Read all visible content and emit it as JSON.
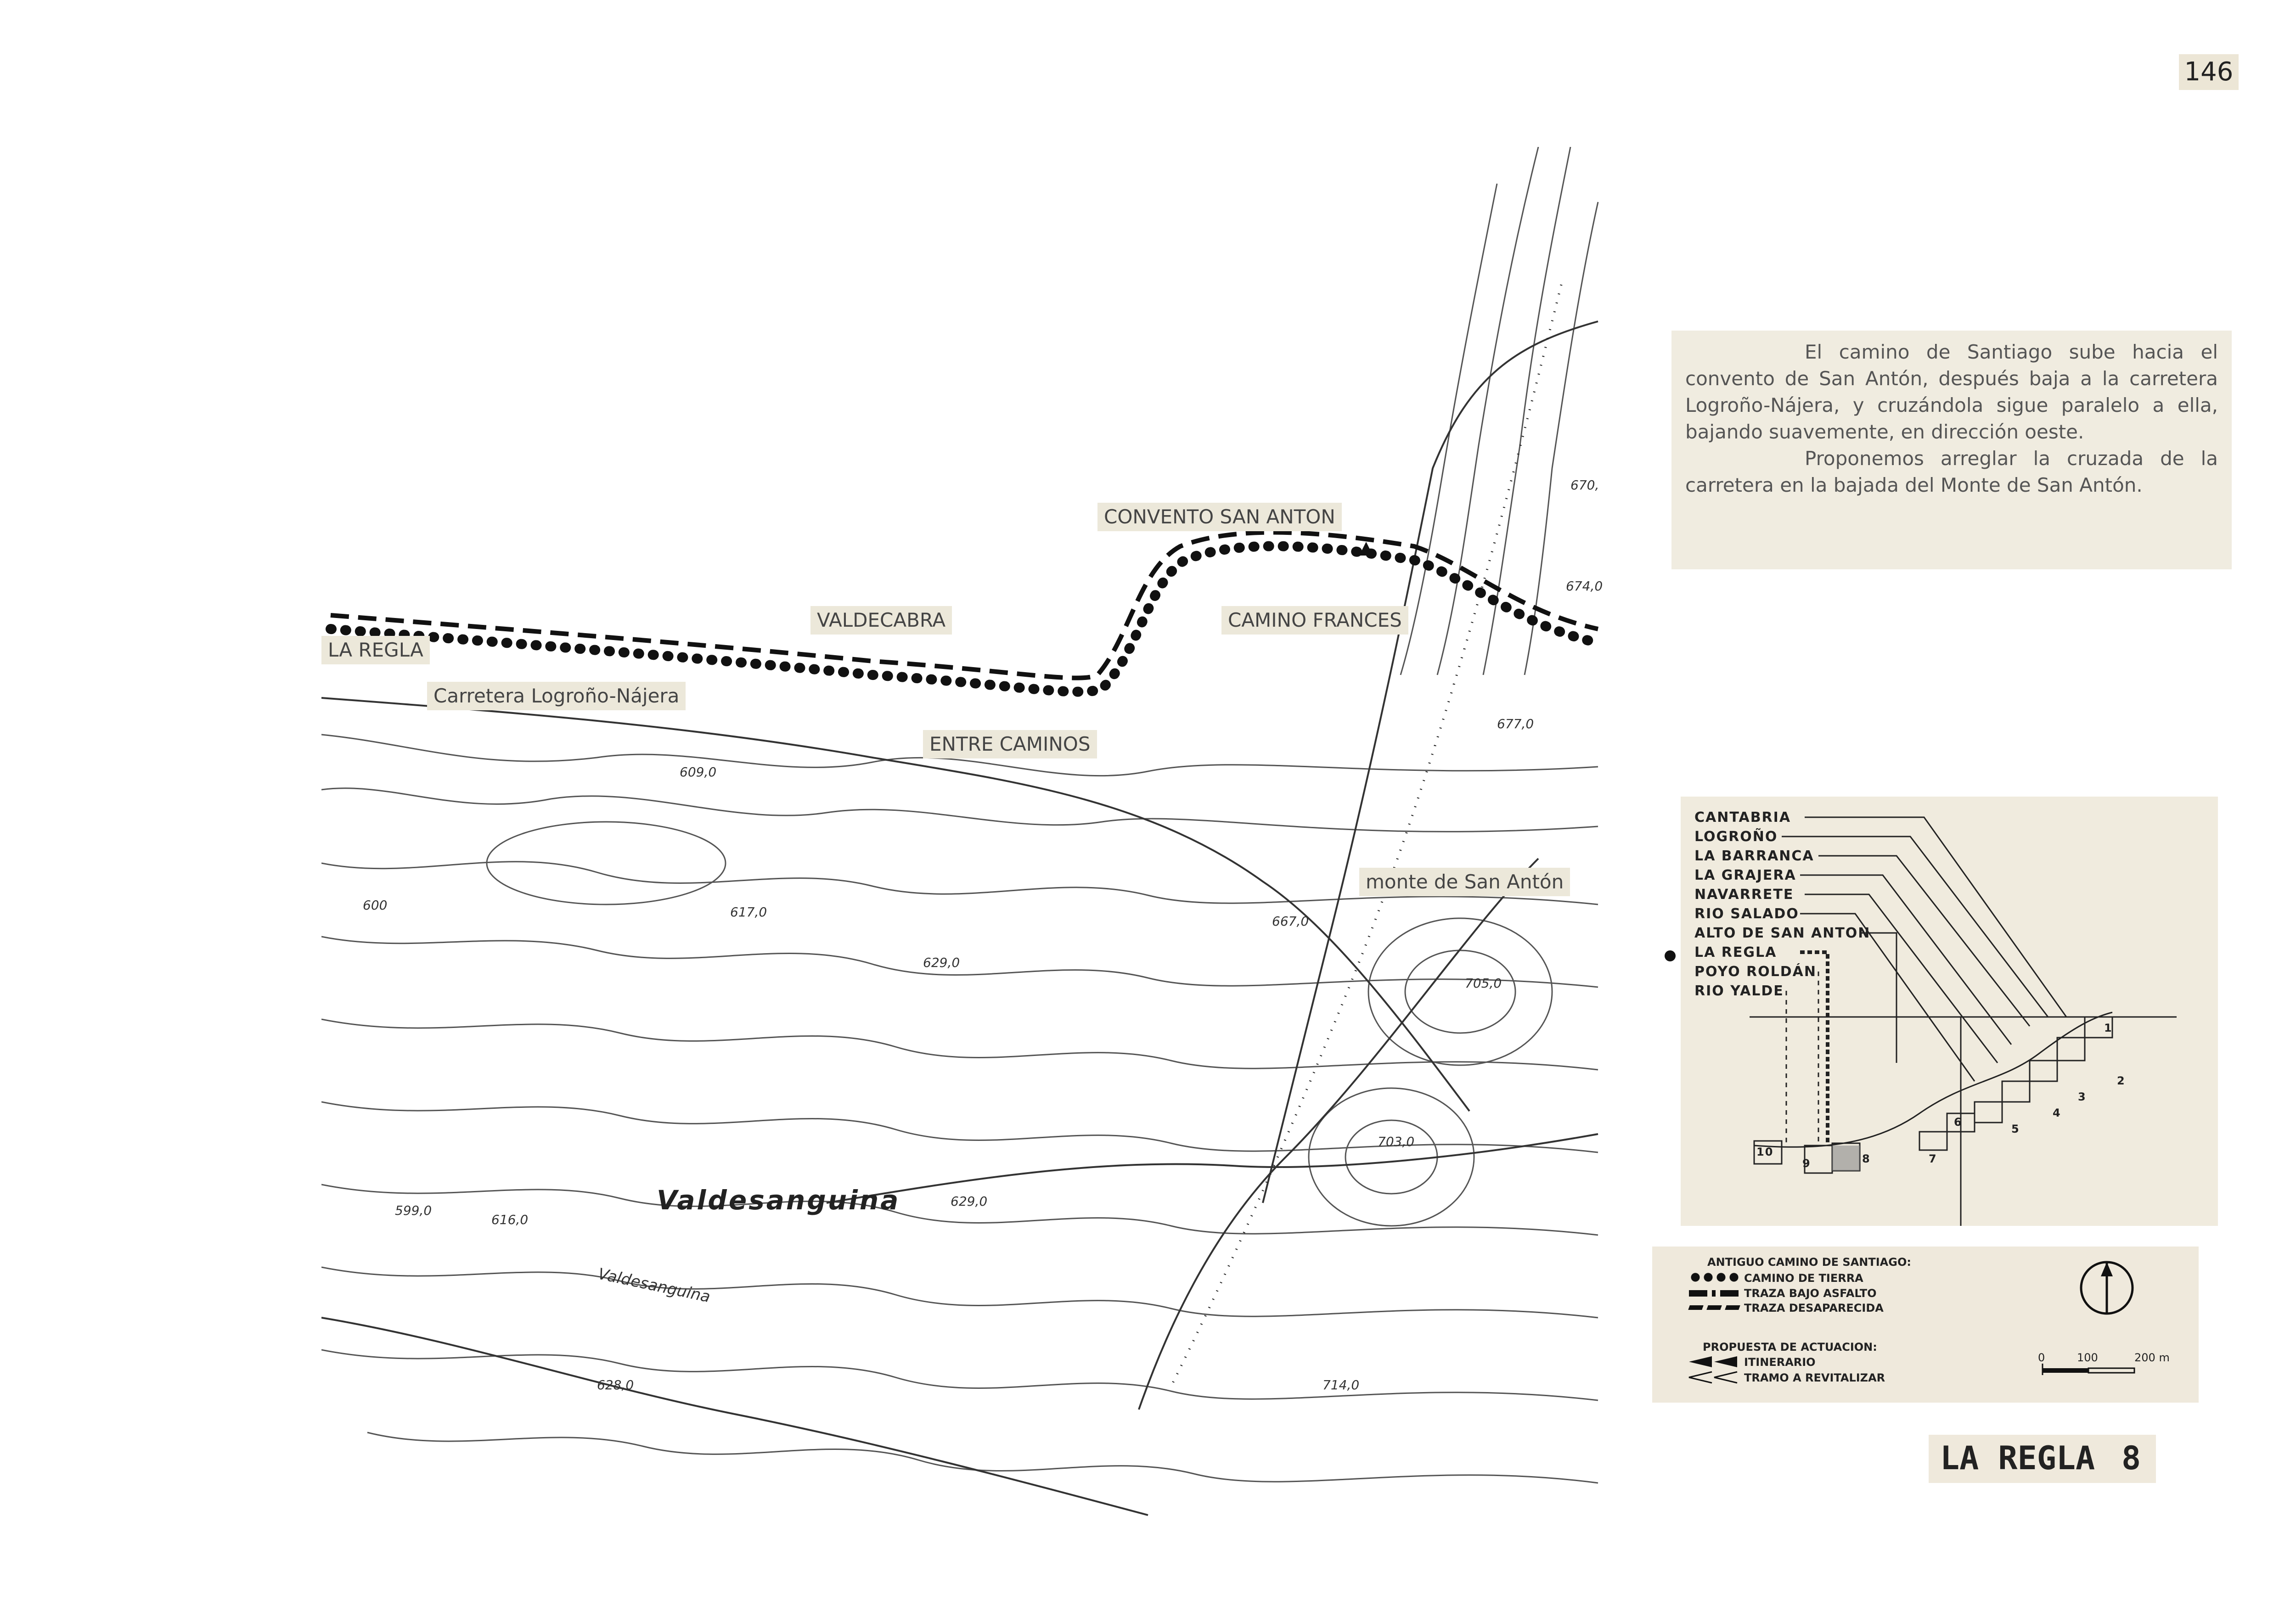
{
  "page_number": "146",
  "map_labels": {
    "convento": "CONVENTO SAN ANTON",
    "valdecabra": "VALDECABRA",
    "camino_frances": "CAMINO FRANCES",
    "la_regla": "LA REGLA",
    "carretera": "Carretera Logroño-Nájera",
    "entre_caminos": "ENTRE CAMINOS",
    "monte": "monte de San Antón"
  },
  "contour_labels": [
    "609,0",
    "617,0",
    "629,0",
    "600",
    "667,0",
    "705,0",
    "703,0",
    "629,0",
    "599,0",
    "616,0",
    "628,0",
    "714,0",
    "670,",
    "674,0",
    "677,0"
  ],
  "place_names": {
    "valdesanguina": "Valdesanguina",
    "valdesanguina_small": "Valdesanguina"
  },
  "description": {
    "paragraph_1": "El camino de Santiago sube hacia el convento de San Antón, después baja a la carretera Logroño-Nájera, y cruzándola sigue paralelo a ella, bajando suavemente, en dirección oeste.",
    "paragraph_2": "Proponemos arreglar la cruzada de la carretera en la bajada del Monte de San Antón."
  },
  "profile": {
    "stages": [
      "CANTABRIA",
      "LOGROÑO",
      "LA BARRANCA",
      "LA GRAJERA",
      "NAVARRETE",
      "RIO SALADO",
      "ALTO DE SAN ANTON",
      "LA REGLA",
      "POYO ROLDÁN",
      "RIO YALDE"
    ],
    "current_stage": "LA REGLA",
    "step_numbers": [
      "1",
      "2",
      "3",
      "4",
      "5",
      "6",
      "7",
      "8",
      "9",
      "10"
    ]
  },
  "legend": {
    "antiguo_title": "ANTIGUO CAMINO DE SANTIAGO:",
    "camino_tierra": "CAMINO DE TIERRA",
    "traza_asfalto": "TRAZA BAJO ASFALTO",
    "traza_desaparecida": "TRAZA DESAPARECIDA",
    "propuesta_title": "PROPUESTA DE ACTUACION:",
    "itinerario": "ITINERARIO",
    "tramo": "TRAMO A REVITALIZAR",
    "scale_0": "0",
    "scale_100": "100",
    "scale_200": "200 m"
  },
  "sheet": {
    "name": "LA REGLA",
    "number": "8"
  }
}
